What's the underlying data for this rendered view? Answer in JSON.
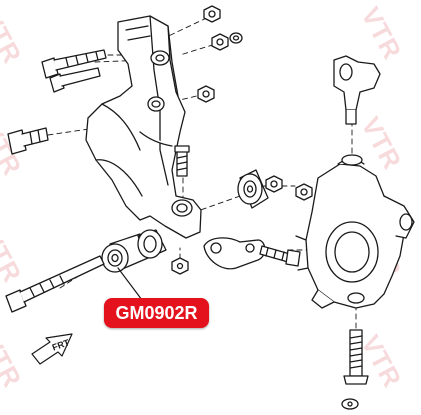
{
  "diagram": {
    "part_number": "GM0902R",
    "front_marker": "FRT",
    "watermark_text": "VTR",
    "colors": {
      "callout_fill": "#e4121c",
      "callout_text": "#ffffff",
      "watermark": "#d22027",
      "line_art": "#1a1a1a"
    }
  }
}
